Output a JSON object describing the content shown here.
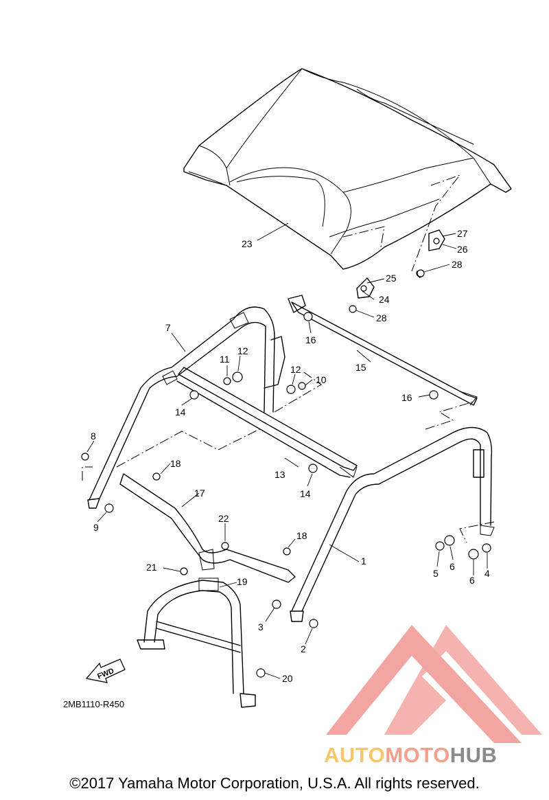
{
  "diagram": {
    "reference_code": "2MB1110-R450",
    "fwd_label": "FWD",
    "callouts": [
      {
        "id": "c1",
        "label": "1"
      },
      {
        "id": "c2",
        "label": "2"
      },
      {
        "id": "c3",
        "label": "3"
      },
      {
        "id": "c4",
        "label": "4"
      },
      {
        "id": "c5",
        "label": "5"
      },
      {
        "id": "c6a",
        "label": "6"
      },
      {
        "id": "c6b",
        "label": "6"
      },
      {
        "id": "c7",
        "label": "7"
      },
      {
        "id": "c8",
        "label": "8"
      },
      {
        "id": "c9",
        "label": "9"
      },
      {
        "id": "c10",
        "label": "10"
      },
      {
        "id": "c11",
        "label": "11"
      },
      {
        "id": "c12a",
        "label": "12"
      },
      {
        "id": "c12b",
        "label": "12"
      },
      {
        "id": "c13",
        "label": "13"
      },
      {
        "id": "c14a",
        "label": "14"
      },
      {
        "id": "c14b",
        "label": "14"
      },
      {
        "id": "c15",
        "label": "15"
      },
      {
        "id": "c16a",
        "label": "16"
      },
      {
        "id": "c16b",
        "label": "16"
      },
      {
        "id": "c17",
        "label": "17"
      },
      {
        "id": "c18a",
        "label": "18"
      },
      {
        "id": "c18b",
        "label": "18"
      },
      {
        "id": "c19",
        "label": "19"
      },
      {
        "id": "c20",
        "label": "20"
      },
      {
        "id": "c21",
        "label": "21"
      },
      {
        "id": "c22",
        "label": "22"
      },
      {
        "id": "c23",
        "label": "23"
      },
      {
        "id": "c24",
        "label": "24"
      },
      {
        "id": "c25",
        "label": "25"
      },
      {
        "id": "c26",
        "label": "26"
      },
      {
        "id": "c27",
        "label": "27"
      },
      {
        "id": "c28a",
        "label": "28"
      },
      {
        "id": "c28b",
        "label": "28"
      }
    ]
  },
  "watermark": {
    "part1": "AUTO",
    "part2": "MOTO",
    "part3": "HUB",
    "colors": {
      "auto": "#f6c76a",
      "moto": "#f3a08d",
      "hub": "#8a8a8a",
      "triangle": "#ef8f8a"
    }
  },
  "footer": {
    "copyright": "©2017 Yamaha Motor Corporation, U.S.A. All rights reserved."
  }
}
